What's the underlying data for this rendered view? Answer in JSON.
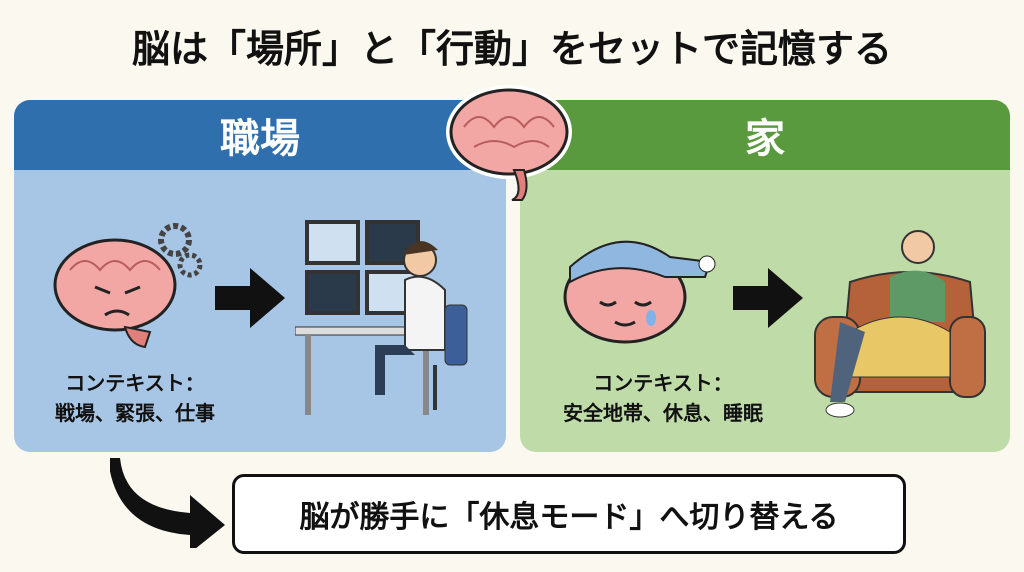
{
  "title": "脳は「場所」と「行動」をセットで記憶する",
  "left": {
    "header": "職場",
    "context_label": "コンテキスト：",
    "context_values": "戦場、緊張、仕事"
  },
  "right": {
    "header": "家",
    "context_label": "コンテキスト：",
    "context_values": "安全地帯、休息、睡眠"
  },
  "bottom": "脳が勝手に「休息モード」へ切り替える",
  "colors": {
    "work": "#2f6fae",
    "home": "#5a9a3e",
    "brain": "#f0a0a0"
  }
}
